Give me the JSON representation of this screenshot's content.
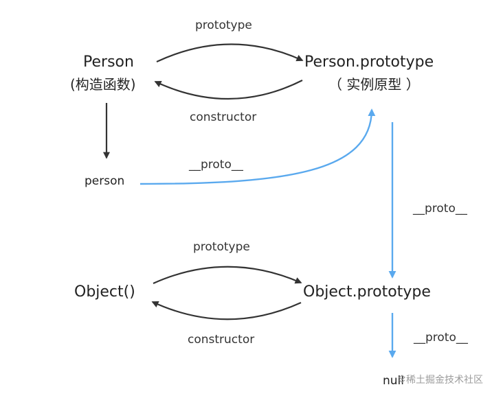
{
  "colors": {
    "dark_arrow": "#333333",
    "proto_arrow": "#5aa9ee",
    "text": "#222222",
    "watermark": "#9b9b9b"
  },
  "nodes": {
    "person_constructor": {
      "line1": "Person",
      "line2": "(构造函数)"
    },
    "person_prototype": {
      "line1": "Person.prototype",
      "line2": "（ 实例原型 ）"
    },
    "person_instance": {
      "label": "person"
    },
    "object_constructor": {
      "label": "Object()"
    },
    "object_prototype": {
      "label": "Object.prototype"
    },
    "null_node": {
      "label": "null"
    }
  },
  "edges": {
    "person_to_prototype": {
      "label": "prototype"
    },
    "prototype_to_person": {
      "label": "constructor"
    },
    "instance_to_prototype": {
      "label": "__proto__"
    },
    "person_prototype_to_object_prototype": {
      "label": "__proto__"
    },
    "object_to_prototype": {
      "label": "prototype"
    },
    "object_prototype_to_object": {
      "label": "constructor"
    },
    "object_prototype_to_null": {
      "label": "__proto__"
    }
  },
  "watermark": {
    "icon": "juejin-logo-icon",
    "text": "稀土掘金技术社区"
  }
}
